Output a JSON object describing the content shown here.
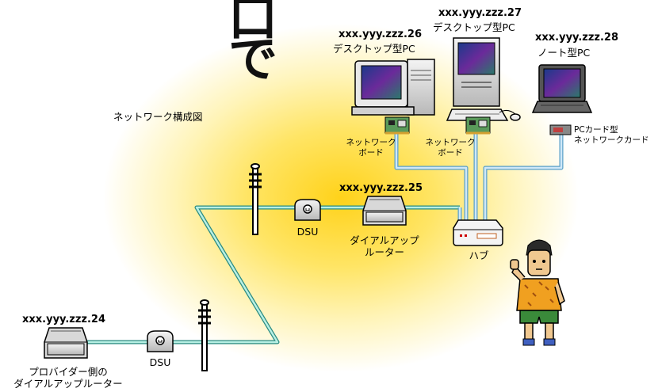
{
  "title_chars": [
    "口",
    "で"
  ],
  "diagram_caption": "ネットワーク構成図",
  "pc1": {
    "ip": "xxx.yyy.zzz.26",
    "type": "デスクトップ型PC"
  },
  "pc2": {
    "ip": "xxx.yyy.zzz.27",
    "type": "デスクトップ型PC"
  },
  "pc3": {
    "ip": "xxx.yyy.zzz.28",
    "type": "ノート型PC"
  },
  "nic1": {
    "line1": "ネットワーク",
    "line2": "ボード"
  },
  "nic2": {
    "line1": "ネットワーク",
    "line2": "ボード"
  },
  "pccard": {
    "line1": "PCカード型",
    "line2": "ネットワークカード"
  },
  "router_main": {
    "ip": "xxx.yyy.zzz.25",
    "line1": "ダイアルアップ",
    "line2": "ルーター"
  },
  "hub": {
    "label": "ハブ"
  },
  "dsu_top": {
    "label": "DSU"
  },
  "dsu_bottom": {
    "label": "DSU"
  },
  "router_provider": {
    "ip": "xxx.yyy.zzz.24",
    "line1": "プロバイダー側の",
    "line2": "ダイアルアップルーター"
  },
  "colors": {
    "cable": "#a8d4f0",
    "cable_edge": "#5aa0c8",
    "wan": "#8fe0d0",
    "background_glow": "#ffd21a"
  }
}
